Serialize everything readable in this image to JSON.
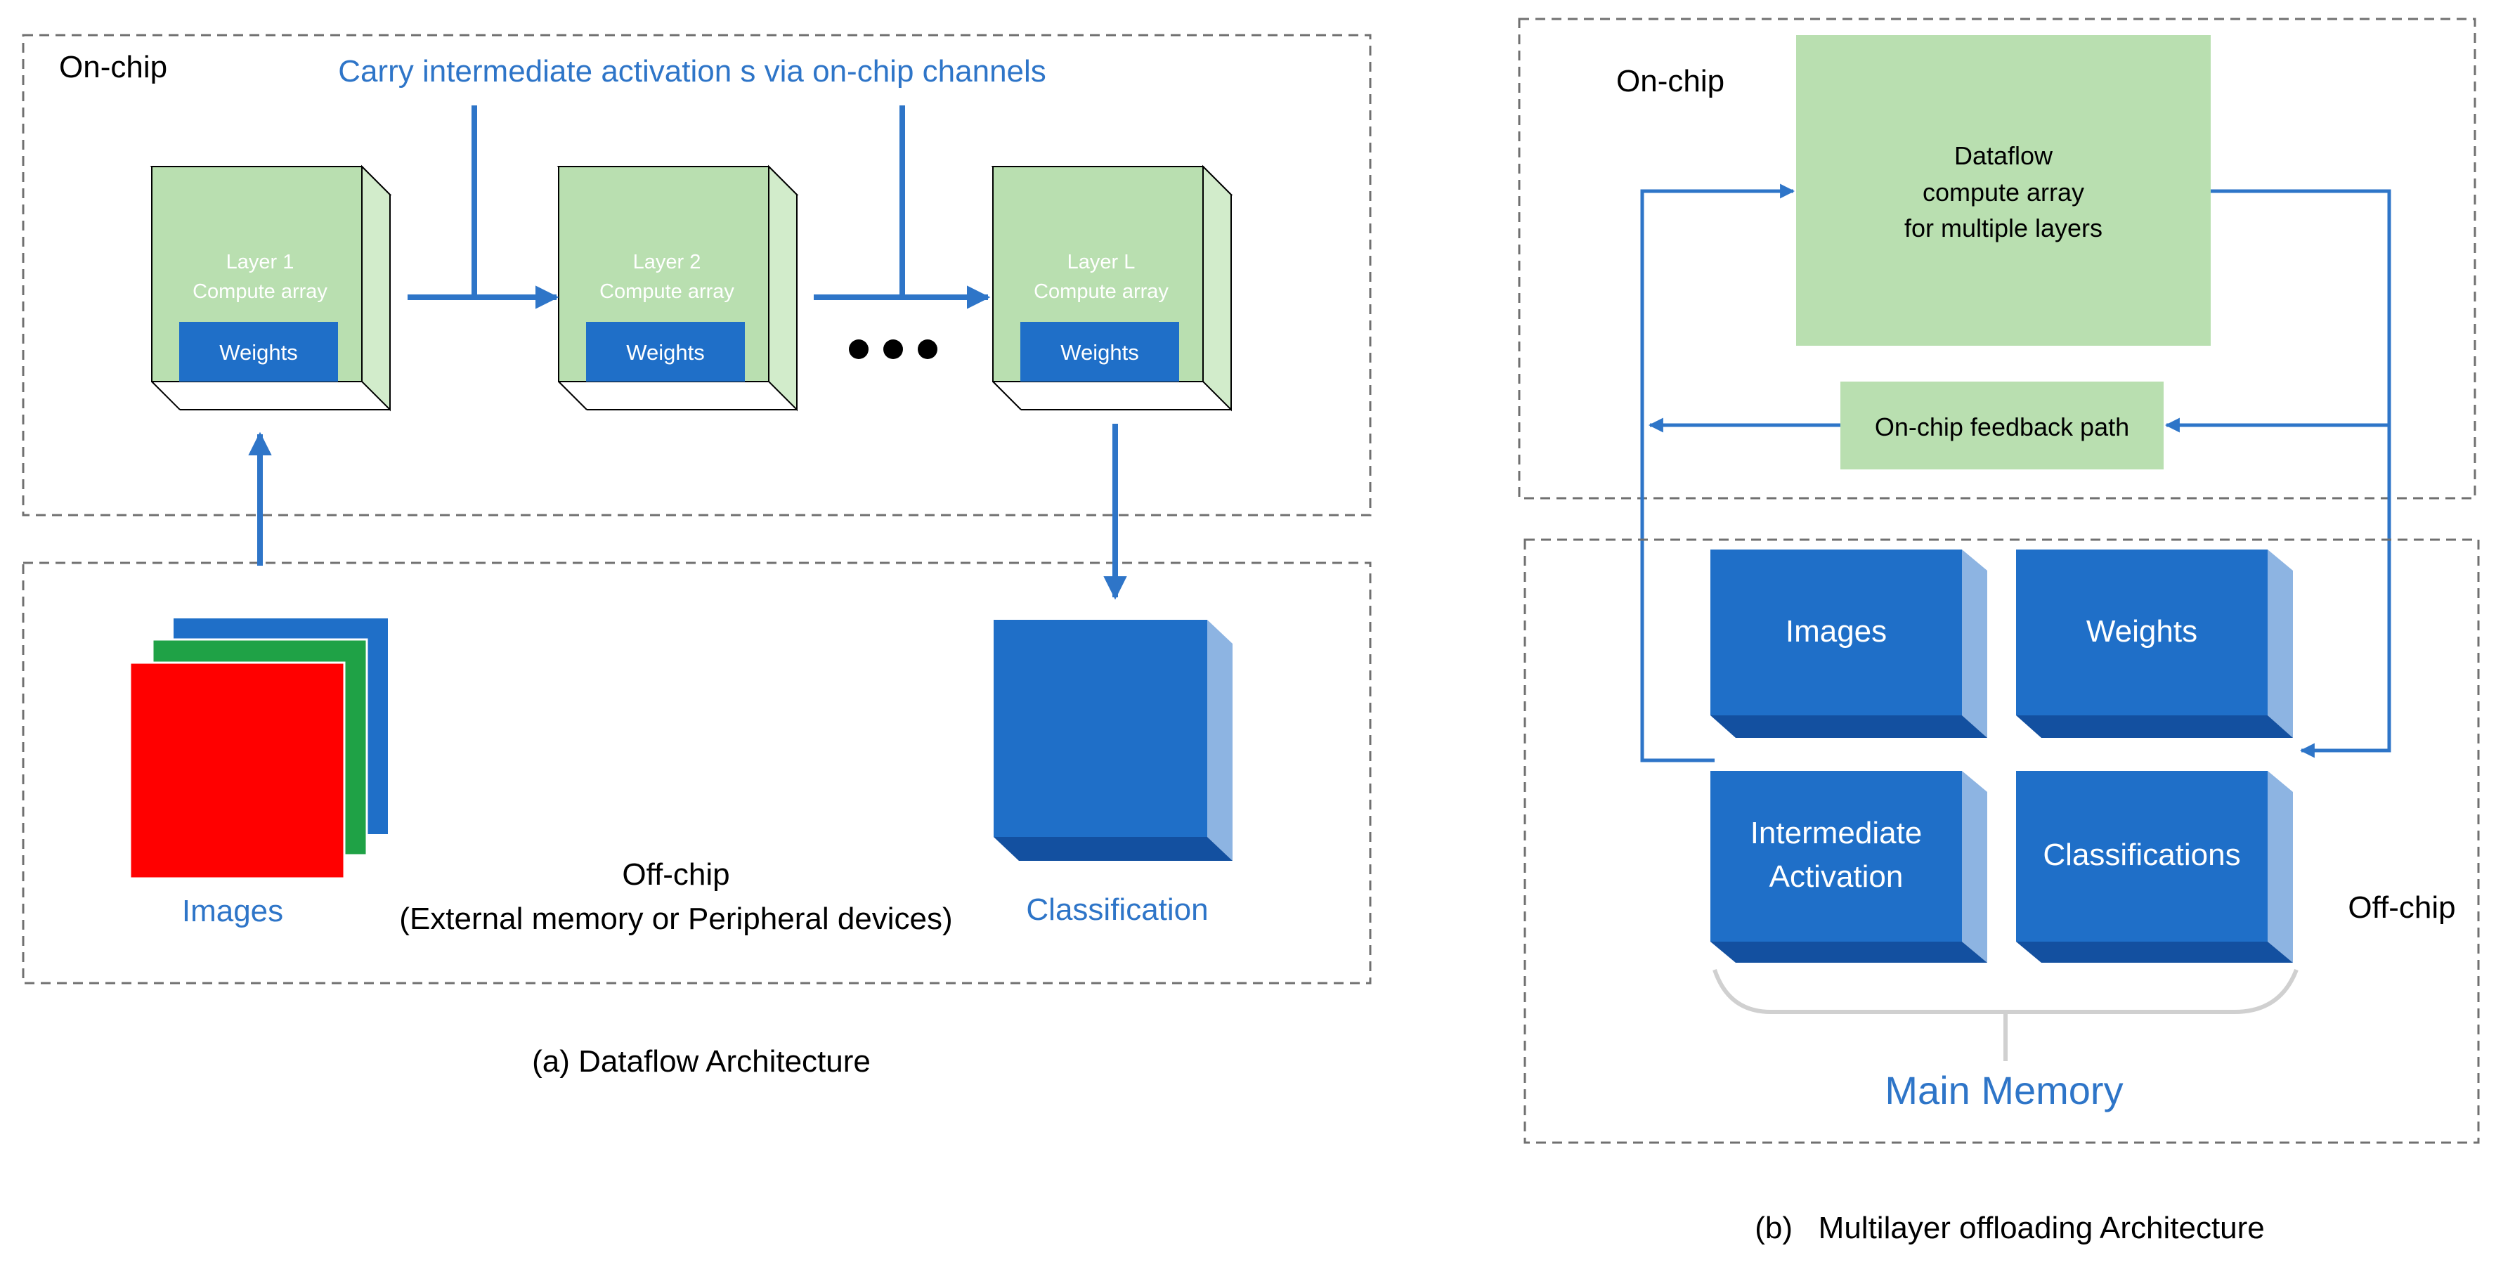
{
  "colors": {
    "accent_blue": "#2E75C8",
    "box_blue": "#1F6FC8",
    "box_blue_side": "#8DB4E2",
    "box_blue_bottom": "#1350A0",
    "compute_green": "#B9DFB0",
    "compute_green_side": "#D2ECCB",
    "image_red": "#FF0000",
    "image_green": "#1FA246",
    "dashed_border": "#707070"
  },
  "panel_a": {
    "on_chip_label": "On-chip",
    "channel_caption": "Carry intermediate activation s via on-chip channels",
    "layers": [
      {
        "line1": "Layer 1",
        "line2": "Compute array",
        "weights": "Weights"
      },
      {
        "line1": "Layer 2",
        "line2": "Compute array",
        "weights": "Weights"
      },
      {
        "line1": "Layer L",
        "line2": "Compute array",
        "weights": "Weights"
      }
    ],
    "images_label": "Images",
    "off_chip_line1": "Off-chip",
    "off_chip_line2": "(External memory or Peripheral devices)",
    "classification_label": "Classification",
    "caption": "(a) Dataflow Architecture"
  },
  "panel_b": {
    "on_chip_label": "On-chip",
    "dataflow_lines": [
      "Dataflow",
      "compute array",
      "for multiple layers"
    ],
    "feedback_label": "On-chip feedback path",
    "memory_blocks": [
      {
        "line1": "Images",
        "line2": ""
      },
      {
        "line1": "Weights",
        "line2": ""
      },
      {
        "line1": "Intermediate",
        "line2": "Activation"
      },
      {
        "line1": "Classifications",
        "line2": ""
      }
    ],
    "off_chip_label": "Off-chip",
    "main_memory_label": "Main Memory",
    "caption": "(b)   Multilayer offloading Architecture"
  }
}
